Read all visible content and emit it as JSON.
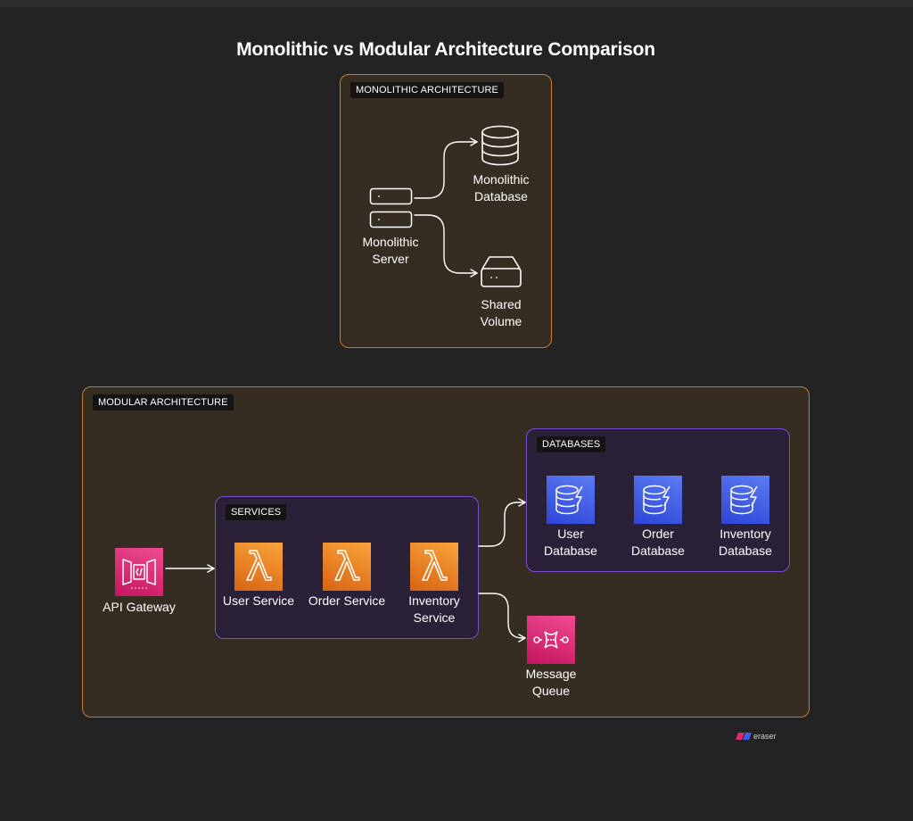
{
  "diagram": {
    "title": "Monolithic vs Modular Architecture Comparison",
    "colors": {
      "background": "#232323",
      "outer_group_border": "#c67d2c",
      "outer_group_fill": "#362d22",
      "inner_group_border": "#7b4cd2",
      "inner_group_fill": "#2a2138",
      "lambda_orange": "#ed7f1f",
      "dynamodb_blue": "#3f5ee6",
      "pink": "#e0266f"
    },
    "monolithic": {
      "label": "MONOLITHIC ARCHITECTURE",
      "server": {
        "label_line1": "Monolithic",
        "label_line2": "Server",
        "icon": "server-icon"
      },
      "database": {
        "label_line1": "Monolithic",
        "label_line2": "Database",
        "icon": "database-icon"
      },
      "volume": {
        "label_line1": "Shared",
        "label_line2": "Volume",
        "icon": "storage-volume-icon"
      }
    },
    "modular": {
      "label": "MODULAR ARCHITECTURE",
      "api_gateway": {
        "label": "API Gateway",
        "icon": "api-gateway-icon"
      },
      "services": {
        "label": "SERVICES",
        "items": [
          {
            "line1": "User Service",
            "line2": "",
            "icon": "lambda-icon"
          },
          {
            "line1": "Order Service",
            "line2": "",
            "icon": "lambda-icon"
          },
          {
            "line1": "Inventory",
            "line2": "Service",
            "icon": "lambda-icon"
          }
        ]
      },
      "databases": {
        "label": "DATABASES",
        "items": [
          {
            "line1": "User",
            "line2": "Database",
            "icon": "dynamodb-icon"
          },
          {
            "line1": "Order",
            "line2": "Database",
            "icon": "dynamodb-icon"
          },
          {
            "line1": "Inventory",
            "line2": "Database",
            "icon": "dynamodb-icon"
          }
        ]
      },
      "queue": {
        "line1": "Message",
        "line2": "Queue",
        "icon": "message-queue-icon"
      }
    },
    "edges": [
      {
        "from": "Monolithic Server",
        "to": "Monolithic Database"
      },
      {
        "from": "Monolithic Server",
        "to": "Shared Volume"
      },
      {
        "from": "API Gateway",
        "to": "SERVICES"
      },
      {
        "from": "SERVICES",
        "to": "DATABASES"
      },
      {
        "from": "SERVICES",
        "to": "Message Queue"
      }
    ]
  },
  "brand": {
    "text": "eraser",
    "icon": "eraser-logo-icon"
  }
}
